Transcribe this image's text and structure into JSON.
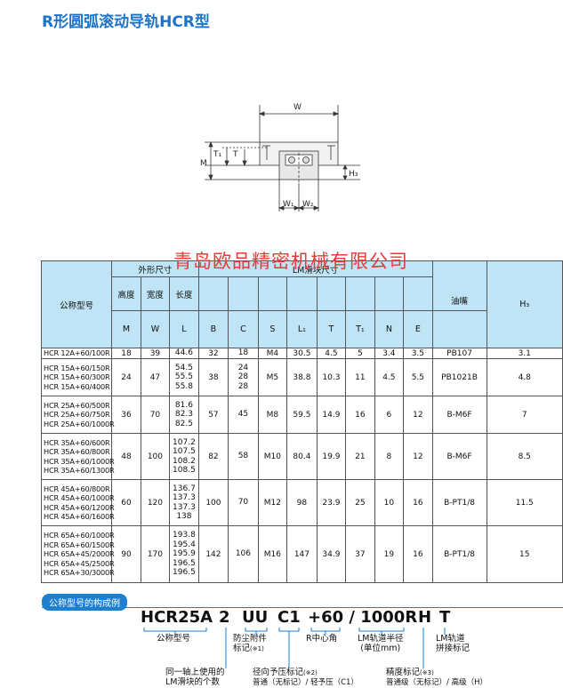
{
  "page_title": "R形圆弧滚动导轨HCR型",
  "diagram": {
    "labels": {
      "W": "W",
      "T1": "T₁",
      "T": "T",
      "M": "M",
      "H3": "H₃",
      "W1": "W₁",
      "W2": "W₂"
    }
  },
  "watermark": "青岛欧品精密机械有限公司",
  "table": {
    "h_model": "公称型号",
    "h_outer": "外形尺寸",
    "h_block": "LM滑块尺寸",
    "h_height": "高度",
    "h_width": "宽度",
    "h_length": "长度",
    "h_M": "M",
    "h_W": "W",
    "h_L": "L",
    "h_B": "B",
    "h_C": "C",
    "h_S": "S",
    "h_L1": "L₁",
    "h_T": "T",
    "h_T1": "T₁",
    "h_N": "N",
    "h_E": "E",
    "h_grease": "油嘴",
    "h_H3": "H₃",
    "groups": [
      {
        "models": [
          "HCR 12A+60/100R"
        ],
        "M": "18",
        "W": "39",
        "L": [
          "44.6"
        ],
        "B": "32",
        "C": [
          "18"
        ],
        "S": "M4",
        "L1": "30.5",
        "T": "4.5",
        "T1": "5",
        "N": "3.4",
        "E": "3.5",
        "grease": "PB107",
        "H3": "3.1"
      },
      {
        "models": [
          "HCR 15A+60/150R",
          "HCR 15A+60/300R",
          "HCR 15A+60/400R"
        ],
        "M": "24",
        "W": "47",
        "L": [
          "54.5",
          "55.5",
          "55.8"
        ],
        "B": "38",
        "C": [
          "24",
          "28",
          "28"
        ],
        "S": "M5",
        "L1": "38.8",
        "T": "10.3",
        "T1": "11",
        "N": "4.5",
        "E": "5.5",
        "grease": "PB1021B",
        "H3": "4.8"
      },
      {
        "models": [
          "HCR 25A+60/500R",
          "HCR 25A+60/750R",
          "HCR 25A+60/1000R"
        ],
        "M": "36",
        "W": "70",
        "L": [
          "81.6",
          "82.3",
          "82.5"
        ],
        "B": "57",
        "C": [
          "45"
        ],
        "S": "M8",
        "L1": "59.5",
        "T": "14.9",
        "T1": "16",
        "N": "6",
        "E": "12",
        "grease": "B-M6F",
        "H3": "7"
      },
      {
        "models": [
          "HCR 35A+60/600R",
          "HCR 35A+60/800R",
          "HCR 35A+60/1000R",
          "HCR 35A+60/1300R"
        ],
        "M": "48",
        "W": "100",
        "L": [
          "107.2",
          "107.5",
          "108.2",
          "108.5"
        ],
        "B": "82",
        "C": [
          "58"
        ],
        "S": "M10",
        "L1": "80.4",
        "T": "19.9",
        "T1": "21",
        "N": "8",
        "E": "12",
        "grease": "B-M6F",
        "H3": "8.5"
      },
      {
        "models": [
          "HCR 45A+60/800R",
          "HCR 45A+60/1000R",
          "HCR 45A+60/1200R",
          "HCR 45A+60/1600R"
        ],
        "M": "60",
        "W": "120",
        "L": [
          "136.7",
          "137.3",
          "137.3",
          "138"
        ],
        "B": "100",
        "C": [
          "70"
        ],
        "S": "M12",
        "L1": "98",
        "T": "23.9",
        "T1": "25",
        "N": "10",
        "E": "16",
        "grease": "B-PT1/8",
        "H3": "11.5"
      },
      {
        "models": [
          "HCR 65A+60/1000R",
          "HCR 65A+60/1500R",
          "HCR 65A+45/2000R",
          "HCR 65A+45/2500R",
          "HCR 65A+30/3000R"
        ],
        "M": "90",
        "W": "170",
        "L": [
          "193.8",
          "195.4",
          "195.9",
          "196.5",
          "196.5"
        ],
        "B": "142",
        "C": [
          "106"
        ],
        "S": "M16",
        "L1": "147",
        "T": "34.9",
        "T1": "37",
        "N": "19",
        "E": "16",
        "grease": "B-PT1/8",
        "H3": "15"
      }
    ]
  },
  "composition": {
    "title": "公称型号的构成例",
    "code": {
      "c1": "HCR25A",
      "c2": "2",
      "c3": "UU",
      "c4": "C1",
      "c5": "+60 / 1000R",
      "c6": "H",
      "c7": "T"
    },
    "labels": {
      "model": "公称型号",
      "dust_1": "防尘附件",
      "dust_2": "标记",
      "dust_note": "(※1)",
      "center_angle": "R中心角",
      "radius_1": "LM轨道半径",
      "radius_2": "(单位mm)",
      "rail_1": "LM轨道",
      "rail_2": "拼接标记",
      "count_1": "同一轴上使用的",
      "count_2": "LM滑块的个数",
      "preload_1": "径向予压标记",
      "preload_note": "(※2)",
      "preload_2": "普通（无标记）/ 轻予压（C1）",
      "accuracy_1": "精度标记",
      "accuracy_note": "(※3)",
      "accuracy_2": "普通级（无标记）/ 高级（H）"
    }
  }
}
